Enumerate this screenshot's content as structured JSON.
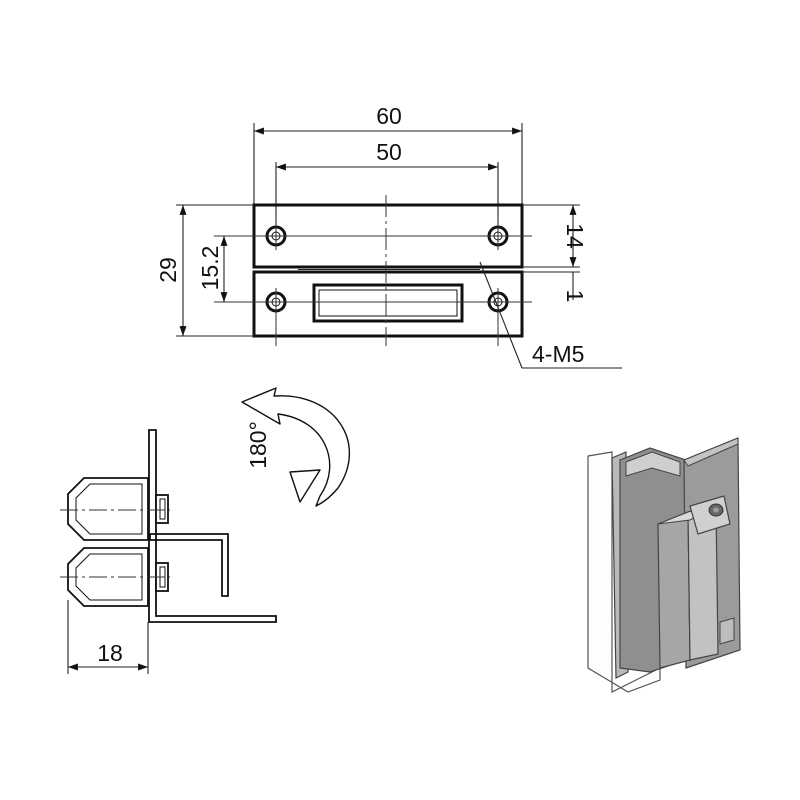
{
  "dimensions": {
    "overall_width": "60",
    "hole_spacing": "50",
    "overall_height": "29",
    "hole_vertical_spacing": "15.2",
    "leaf_height": "14",
    "gap": "1",
    "holes": "4-M5",
    "side_depth": "18",
    "rotation": "180°"
  },
  "colors": {
    "line": "#111111",
    "metal_dark": "#8e8e8e",
    "metal_mid": "#a9a9a9",
    "metal_light": "#c9c9c9",
    "panel_outline": "#444444"
  }
}
